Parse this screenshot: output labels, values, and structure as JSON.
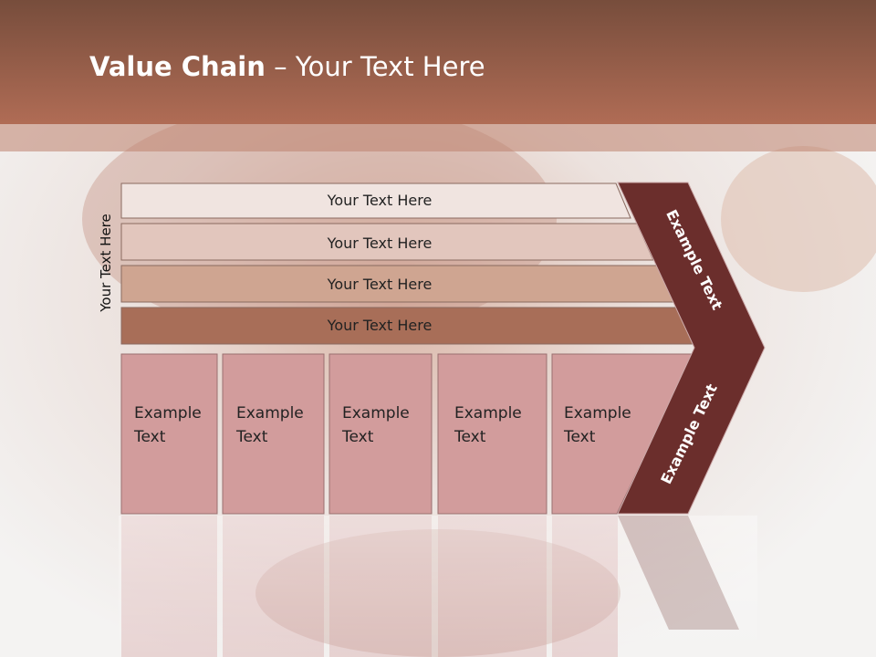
{
  "slide": {
    "title_bold": "Value Chain",
    "title_rest": " – Your Text Here",
    "side_label": "Your Text Here",
    "rows": [
      {
        "label": "Your Text Here",
        "color": "#f0e4e0"
      },
      {
        "label": "Your Text Here",
        "color": "#e2c6bd"
      },
      {
        "label": "Your Text Here",
        "color": "#cfa591"
      },
      {
        "label": "Your Text Here",
        "color": "#a86e58"
      }
    ],
    "columns": [
      {
        "line1": "Example",
        "line2": "Text"
      },
      {
        "line1": "Example",
        "line2": "Text"
      },
      {
        "line1": "Example",
        "line2": "Text"
      },
      {
        "line1": "Example",
        "line2": "Text"
      },
      {
        "line1": "Example",
        "line2": "Text"
      }
    ],
    "chevron_top": "Example Text",
    "chevron_bottom": "Example Text",
    "colors": {
      "header_dark": "#774d3c",
      "header_light": "#b06c55",
      "column_fill": "#d29c9c",
      "chevron": "#6b2e2c"
    }
  }
}
